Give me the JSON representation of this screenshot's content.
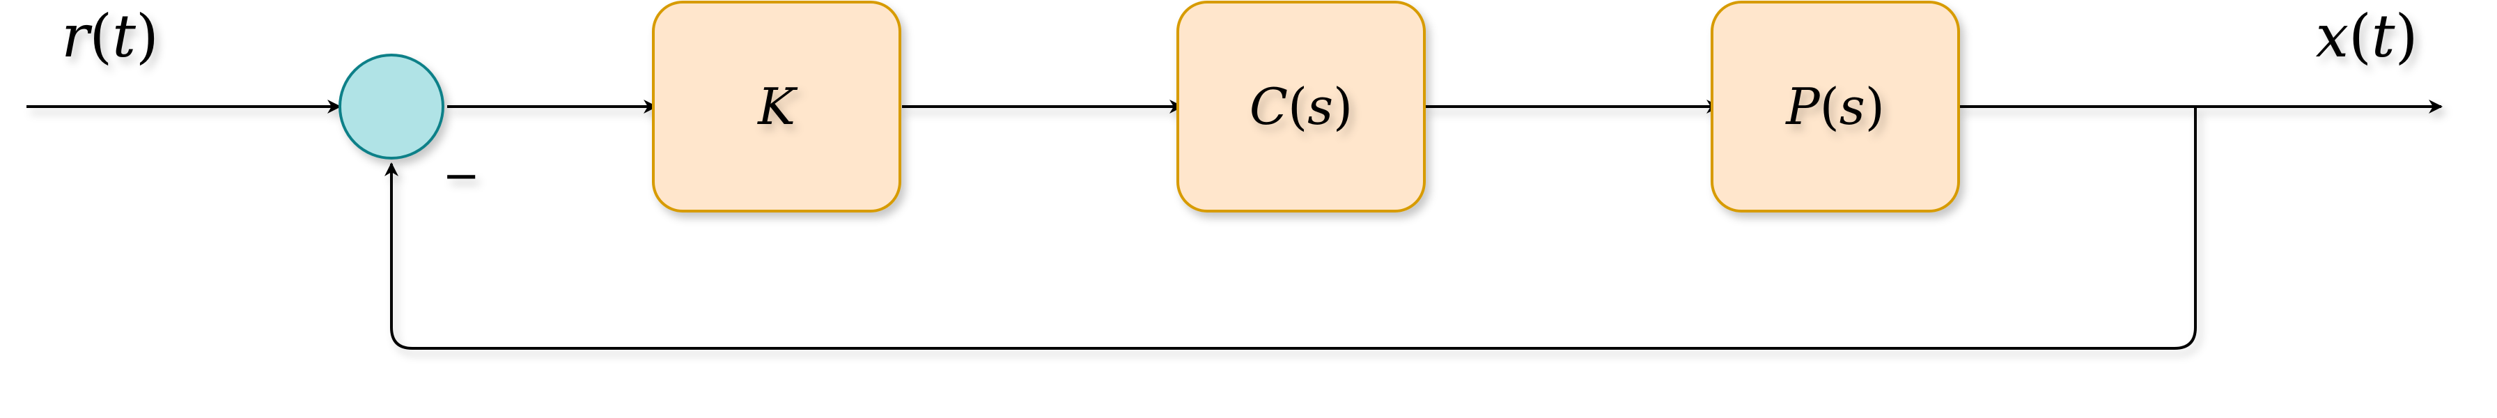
{
  "signals": {
    "input": {
      "name": "r",
      "arg": "t"
    },
    "output": {
      "name": "x",
      "arg": "t"
    }
  },
  "summing_junction": {
    "feedback_sign": "−"
  },
  "blocks": {
    "gain": {
      "name": "K"
    },
    "controller": {
      "name": "C",
      "arg": "s"
    },
    "plant": {
      "name": "P",
      "arg": "s"
    }
  },
  "colors": {
    "block_fill": "#ffe6cc",
    "block_stroke": "#d79b00",
    "junction_fill": "#b0e3e6",
    "junction_stroke": "#0e8088",
    "line": "#000000"
  }
}
